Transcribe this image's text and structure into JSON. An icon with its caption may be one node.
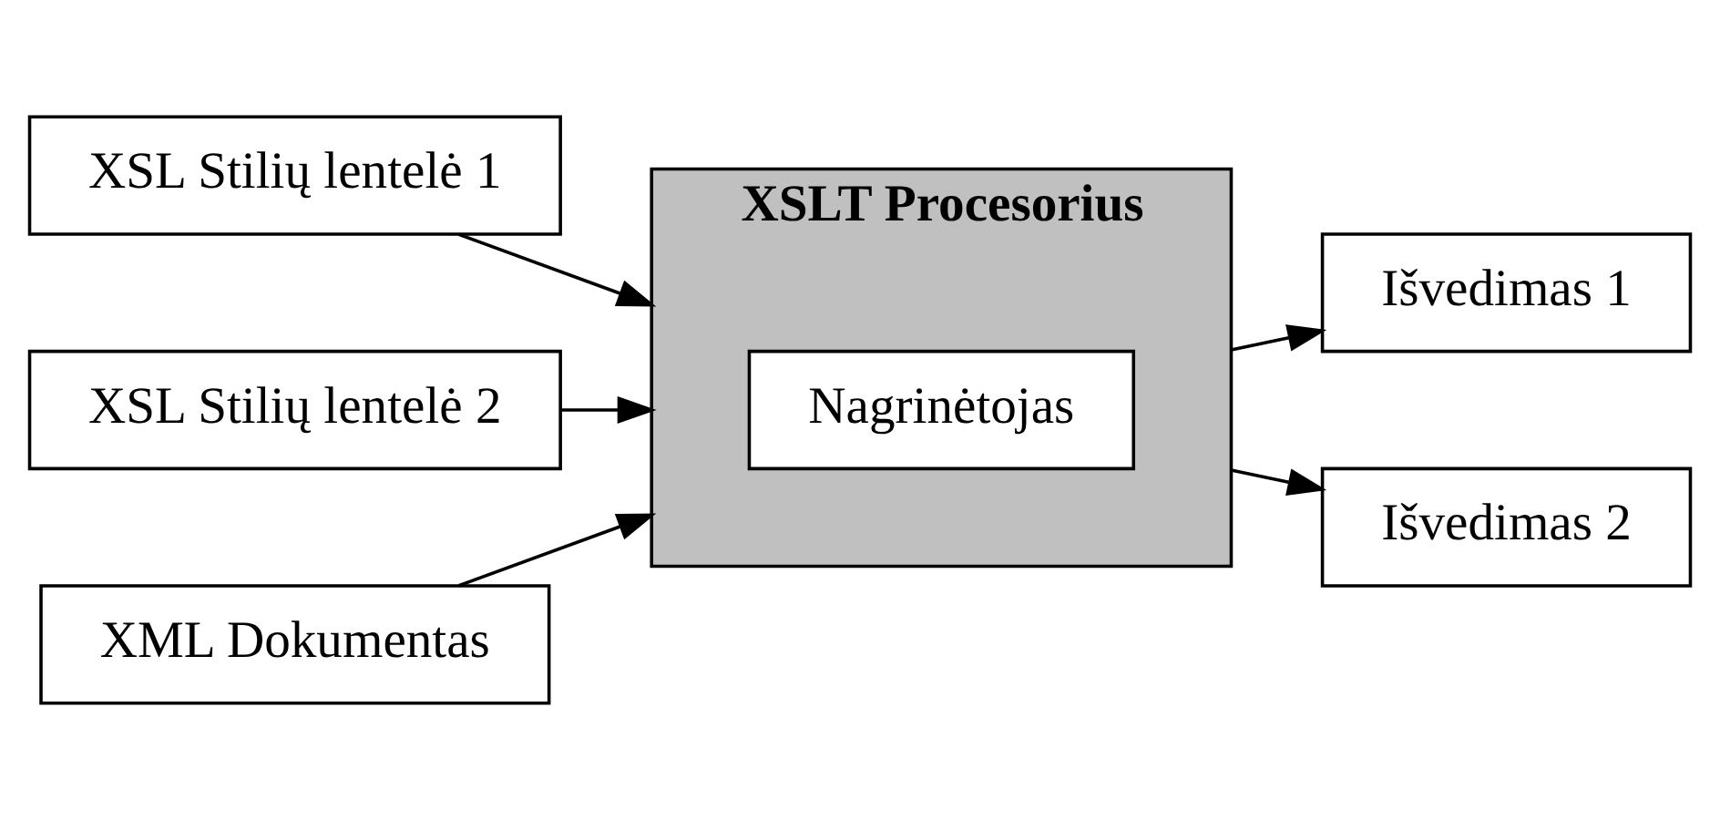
{
  "diagram": {
    "nodes": [
      {
        "text": [
          "XSL Stilių lentelė 1"
        ]
      },
      {
        "text": [
          "XSL Stilių lentelė 2"
        ]
      },
      {
        "text": [
          "XSLT Procesorius"
        ]
      },
      {
        "text": [
          "Nagrinėtojas"
        ],
        "in": 2
      },
      {
        "text": [
          "Išvedimas 1"
        ]
      },
      {
        "text": [
          "Išvedimas 2"
        ]
      },
      {
        "text": [
          "XML Dokumentas"
        ]
      }
    ],
    "edges": [
      {
        "from": 0,
        "to": 2,
        "arrow": "to"
      },
      {
        "from": 1,
        "to": 2,
        "arrow": "to"
      },
      {
        "from": 2,
        "to": 4,
        "arrow": "to"
      },
      {
        "from": 2,
        "to": 5,
        "arrow": "to"
      },
      {
        "from": 6,
        "to": 2,
        "arrow": "to"
      }
    ]
  }
}
